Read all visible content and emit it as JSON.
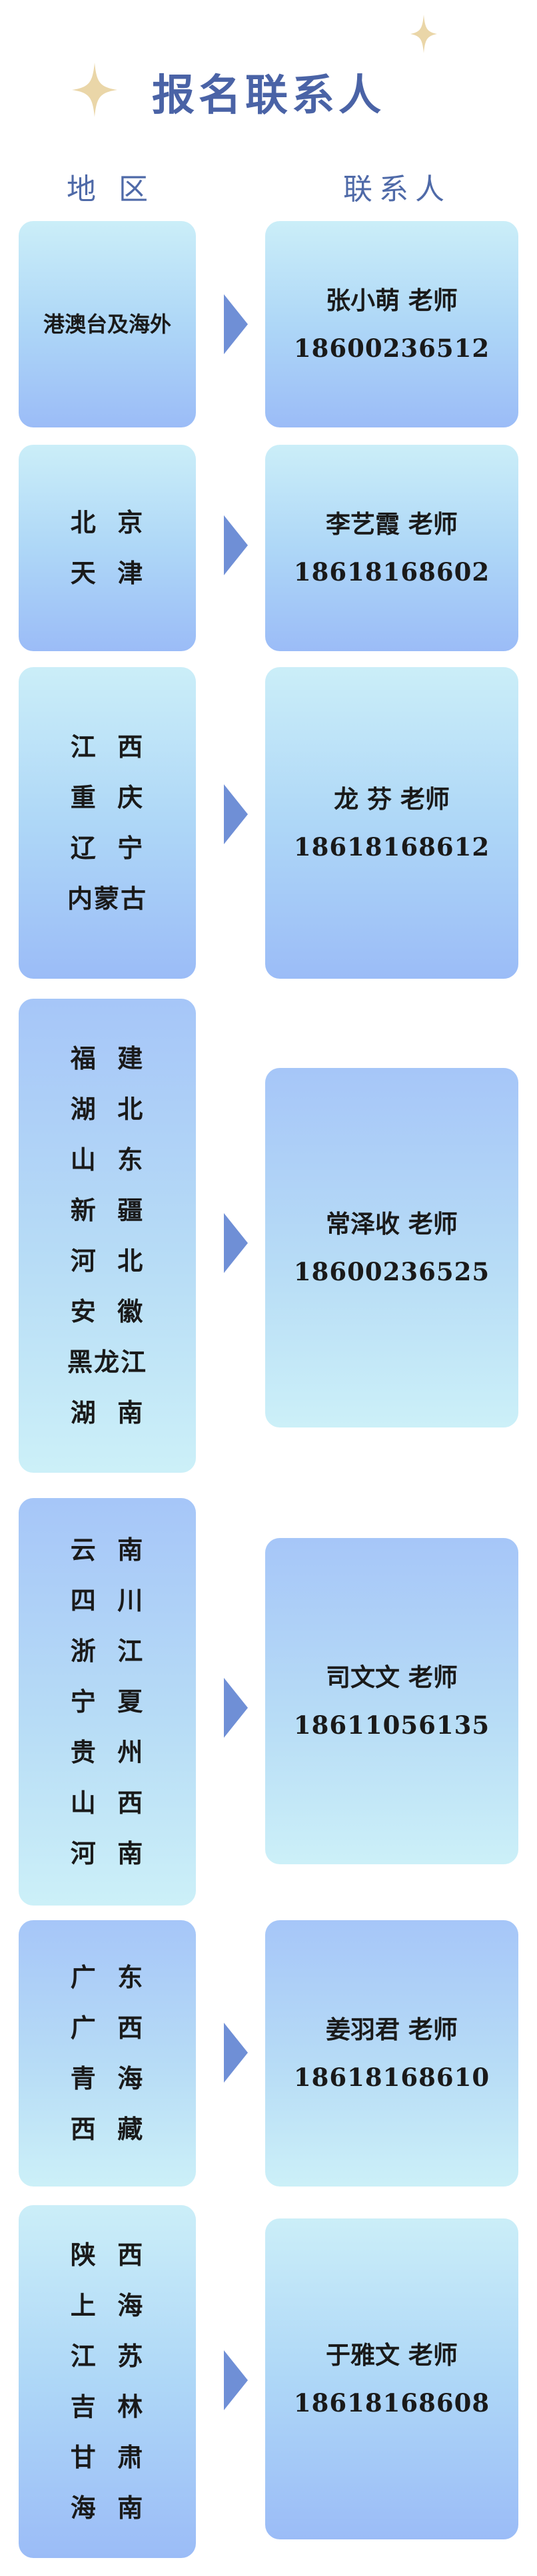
{
  "title": "报名联系人",
  "headers": {
    "region": "地 区",
    "contact": "联系人"
  },
  "colors": {
    "title": "#4a63a6",
    "card_light": "#ccf0f8",
    "card_dark": "#9bbcf7",
    "arrow": "#6f8fd6",
    "sparkle": "#ead6a8"
  },
  "icons": {
    "sparkle": "four-point-star-icon",
    "arrow": "triangle-right-icon"
  },
  "groups": [
    {
      "regions": [
        "港澳台及海外"
      ],
      "name": "张小萌 老师",
      "phone": "18600236512"
    },
    {
      "regions": [
        "北  京",
        "天  津"
      ],
      "name": "李艺霞 老师",
      "phone": "18618168602"
    },
    {
      "regions": [
        "江  西",
        "重  庆",
        "辽  宁",
        "内蒙古"
      ],
      "name": "龙 芬 老师",
      "phone": "18618168612"
    },
    {
      "regions": [
        "福  建",
        "湖  北",
        "山  东",
        "新  疆",
        "河  北",
        "安  徽",
        "黑龙江",
        "湖  南"
      ],
      "name": "常泽收 老师",
      "phone": "18600236525"
    },
    {
      "regions": [
        "云  南",
        "四  川",
        "浙  江",
        "宁  夏",
        "贵  州",
        "山  西",
        "河  南"
      ],
      "name": "司文文 老师",
      "phone": "18611056135"
    },
    {
      "regions": [
        "广  东",
        "广  西",
        "青  海",
        "西  藏"
      ],
      "name": "姜羽君 老师",
      "phone": "18618168610"
    },
    {
      "regions": [
        "陕  西",
        "上  海",
        "江  苏",
        "吉  林",
        "甘  肃",
        "海  南"
      ],
      "name": "于雅文 老师",
      "phone": "18618168608"
    }
  ]
}
